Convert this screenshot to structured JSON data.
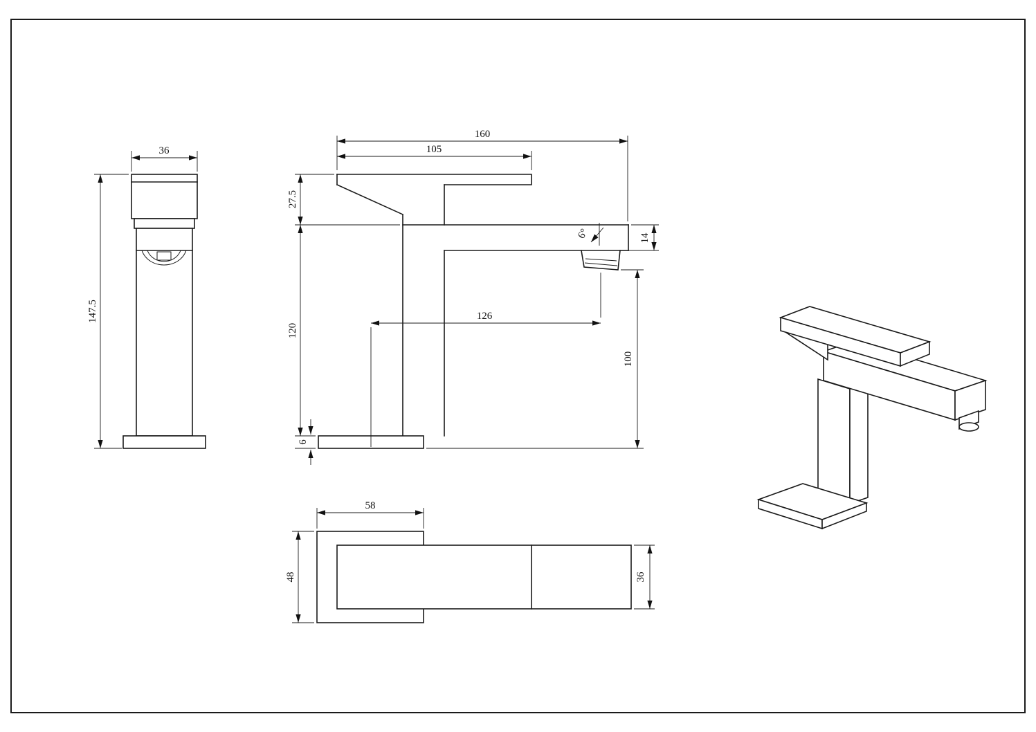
{
  "views": {
    "front": {
      "width": "36",
      "height": "147.5"
    },
    "side": {
      "overall_length": "160",
      "handle_length": "105",
      "handle_height": "27.5",
      "body_height": "120",
      "base_height": "6",
      "spout_reach": "126",
      "spout_thickness": "14",
      "outlet_height": "100",
      "spout_angle": "6°"
    },
    "plan": {
      "base_width": "58",
      "base_depth": "48",
      "spout_width": "36"
    }
  }
}
